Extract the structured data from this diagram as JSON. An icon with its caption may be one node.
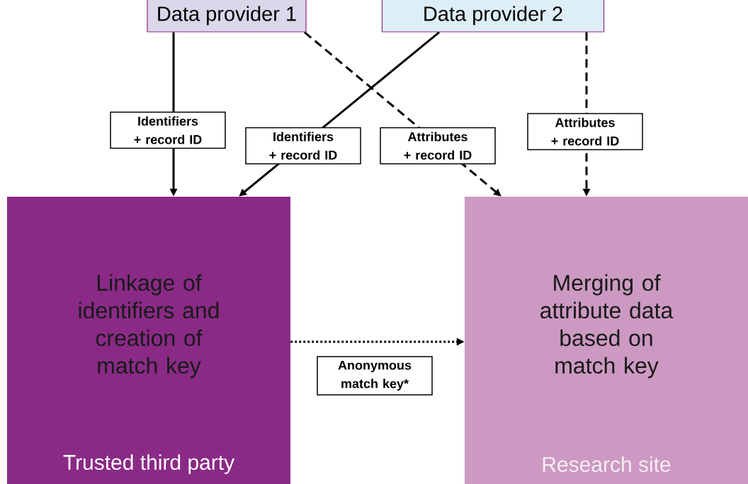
{
  "diagram": {
    "nodes": [
      {
        "text": [
          "Data provider 1"
        ]
      },
      {
        "text": [
          "Data provider 2"
        ]
      },
      {
        "text": [
          "Linkage of identifiers and creation of match key",
          "Trusted third party"
        ]
      },
      {
        "text": [
          "Merging of attribute data based on match key",
          "Research site"
        ]
      }
    ],
    "edges": [
      {
        "from": 0,
        "to": 2,
        "arrow": "to",
        "label": "Identifiers + record ID"
      },
      {
        "from": 1,
        "to": 2,
        "arrow": "to",
        "label": "Identifiers + record ID"
      },
      {
        "from": 0,
        "to": 3,
        "arrow": "to",
        "label": "Attributes + record ID",
        "style": "dashed"
      },
      {
        "from": 1,
        "to": 3,
        "arrow": "to",
        "label": "Attributes + record ID",
        "style": "dashed"
      },
      {
        "from": 2,
        "to": 3,
        "arrow": "to",
        "label": "Anonymous match key*",
        "style": "dashed"
      }
    ]
  }
}
